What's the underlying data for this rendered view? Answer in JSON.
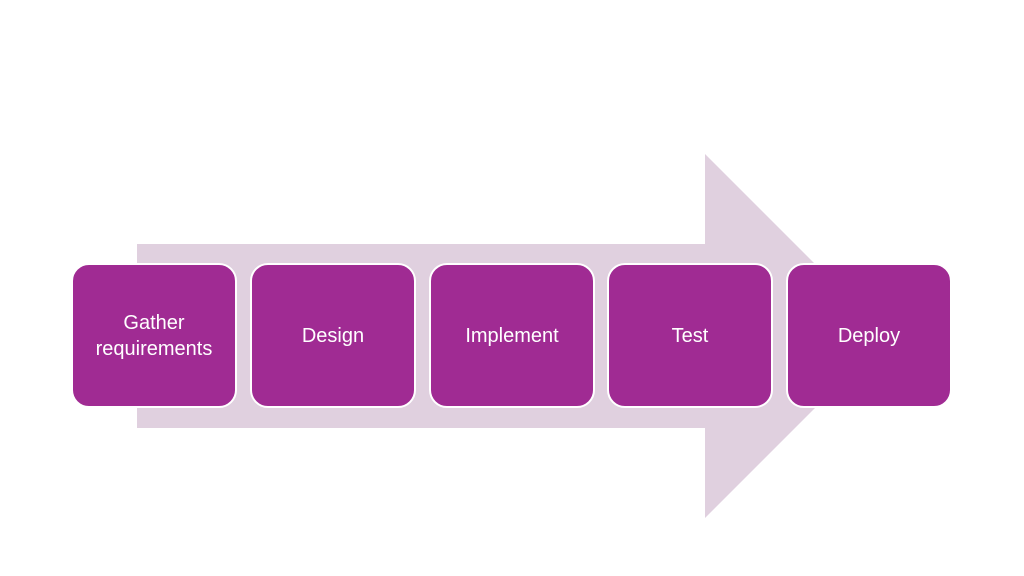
{
  "colors": {
    "background": "#ffffff",
    "arrow_fill": "#e0d0df",
    "box_fill": "#a02b93",
    "box_border": "#ffffff",
    "label_text": "#ffffff"
  },
  "steps": [
    {
      "label": "Gather\nrequirements"
    },
    {
      "label": "Design"
    },
    {
      "label": "Implement"
    },
    {
      "label": "Test"
    },
    {
      "label": "Deploy"
    }
  ]
}
